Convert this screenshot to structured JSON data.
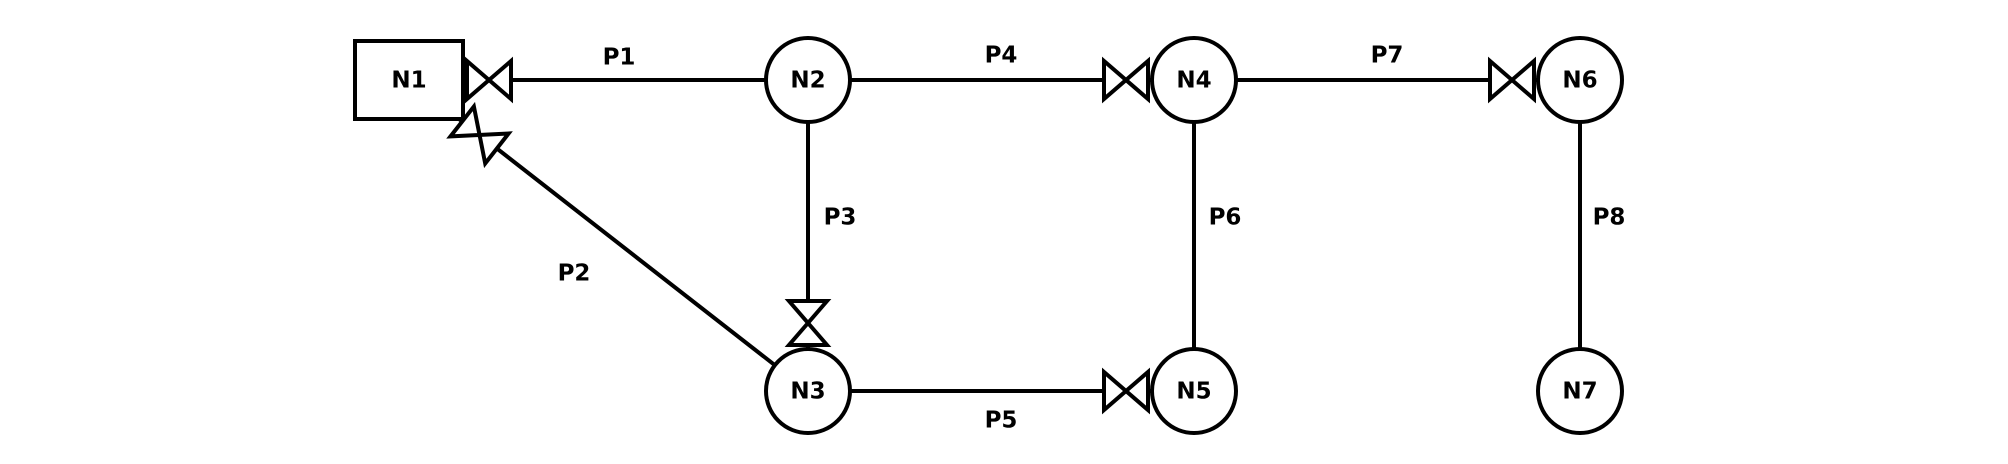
{
  "colors": {
    "stroke": "#000000",
    "fill": "#ffffff"
  },
  "nodes": [
    {
      "id": "N1",
      "label": "N1",
      "shape": "rectangle"
    },
    {
      "id": "N2",
      "label": "N2",
      "shape": "circle"
    },
    {
      "id": "N3",
      "label": "N3",
      "shape": "circle"
    },
    {
      "id": "N4",
      "label": "N4",
      "shape": "circle"
    },
    {
      "id": "N5",
      "label": "N5",
      "shape": "circle"
    },
    {
      "id": "N6",
      "label": "N6",
      "shape": "circle"
    },
    {
      "id": "N7",
      "label": "N7",
      "shape": "circle"
    }
  ],
  "pipes": [
    {
      "id": "P1",
      "label": "P1",
      "from": "N1",
      "to": "N2",
      "valve": "at-from"
    },
    {
      "id": "P2",
      "label": "P2",
      "from": "N1",
      "to": "N3",
      "valve": "at-from"
    },
    {
      "id": "P3",
      "label": "P3",
      "from": "N2",
      "to": "N3",
      "valve": "at-to"
    },
    {
      "id": "P4",
      "label": "P4",
      "from": "N2",
      "to": "N4",
      "valve": "at-to"
    },
    {
      "id": "P5",
      "label": "P5",
      "from": "N3",
      "to": "N5",
      "valve": "at-to"
    },
    {
      "id": "P6",
      "label": "P6",
      "from": "N4",
      "to": "N5",
      "valve": "none"
    },
    {
      "id": "P7",
      "label": "P7",
      "from": "N4",
      "to": "N6",
      "valve": "at-to"
    },
    {
      "id": "P8",
      "label": "P8",
      "from": "N6",
      "to": "N7",
      "valve": "none"
    }
  ]
}
